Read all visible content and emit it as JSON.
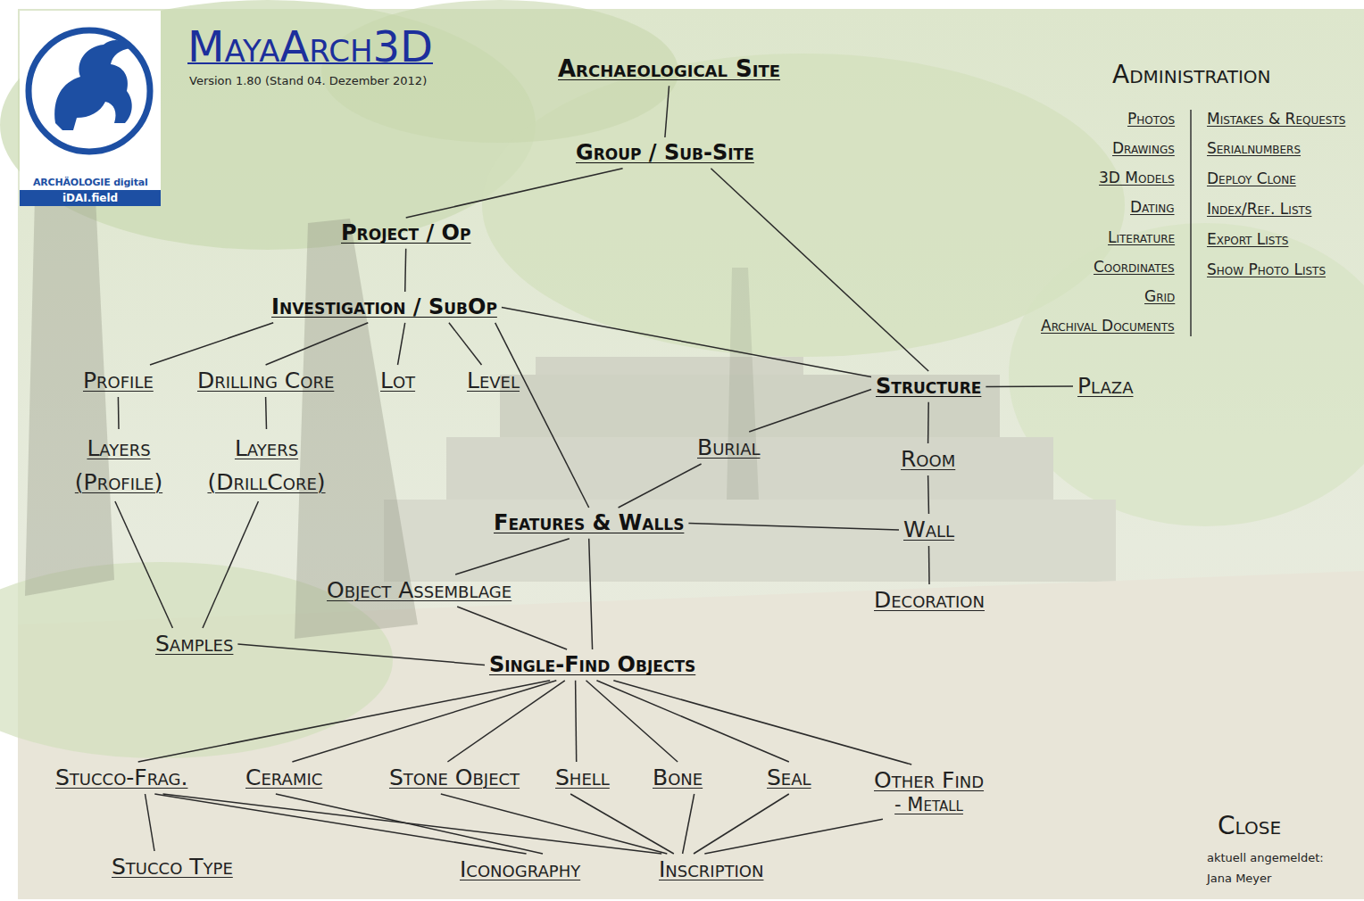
{
  "diagram": {
    "title": "MayaArch3D",
    "nodes": [
      {
        "text": [
          "Archaeological Site"
        ]
      },
      {
        "text": [
          "Group / Sub-Site"
        ]
      },
      {
        "text": [
          "Project / Op"
        ]
      },
      {
        "text": [
          "Investigation / SubOp"
        ]
      },
      {
        "text": [
          "Profile"
        ]
      },
      {
        "text": [
          "Drilling Core"
        ]
      },
      {
        "text": [
          "Lot"
        ]
      },
      {
        "text": [
          "Level"
        ]
      },
      {
        "text": [
          "Structure"
        ]
      },
      {
        "text": [
          "Plaza"
        ]
      },
      {
        "text": [
          "Layers (Profile)"
        ]
      },
      {
        "text": [
          "Layers (DrillCore)"
        ]
      },
      {
        "text": [
          "Burial"
        ]
      },
      {
        "text": [
          "Room"
        ]
      },
      {
        "text": [
          "Features & Walls"
        ]
      },
      {
        "text": [
          "Wall"
        ]
      },
      {
        "text": [
          "Object Assemblage"
        ]
      },
      {
        "text": [
          "Decoration"
        ]
      },
      {
        "text": [
          "Samples"
        ]
      },
      {
        "text": [
          "Single-Find Objects"
        ]
      },
      {
        "text": [
          "Stucco-Frag."
        ]
      },
      {
        "text": [
          "Ceramic"
        ]
      },
      {
        "text": [
          "Stone Object"
        ]
      },
      {
        "text": [
          "Shell"
        ]
      },
      {
        "text": [
          "Bone"
        ]
      },
      {
        "text": [
          "Seal"
        ]
      },
      {
        "text": [
          "Other Find",
          "- Metall"
        ]
      },
      {
        "text": [
          "Stucco Type"
        ]
      },
      {
        "text": [
          "Iconography"
        ]
      },
      {
        "text": [
          "Inscription"
        ]
      }
    ],
    "edges": [
      {
        "from": 0,
        "to": 1,
        "arrow": "none"
      },
      {
        "from": 1,
        "to": 2,
        "arrow": "none"
      },
      {
        "from": 1,
        "to": 8,
        "arrow": "none"
      },
      {
        "from": 2,
        "to": 3,
        "arrow": "none"
      },
      {
        "from": 3,
        "to": 4,
        "arrow": "none"
      },
      {
        "from": 3,
        "to": 5,
        "arrow": "none"
      },
      {
        "from": 3,
        "to": 6,
        "arrow": "none"
      },
      {
        "from": 3,
        "to": 7,
        "arrow": "none"
      },
      {
        "from": 3,
        "to": 8,
        "arrow": "none"
      },
      {
        "from": 3,
        "to": 14,
        "arrow": "none"
      },
      {
        "from": 4,
        "to": 10,
        "arrow": "none"
      },
      {
        "from": 5,
        "to": 11,
        "arrow": "none"
      },
      {
        "from": 8,
        "to": 9,
        "arrow": "none"
      },
      {
        "from": 8,
        "to": 12,
        "arrow": "none"
      },
      {
        "from": 8,
        "to": 13,
        "arrow": "none"
      },
      {
        "from": 12,
        "to": 14,
        "arrow": "none"
      },
      {
        "from": 13,
        "to": 15,
        "arrow": "none"
      },
      {
        "from": 14,
        "to": 15,
        "arrow": "none"
      },
      {
        "from": 15,
        "to": 17,
        "arrow": "none"
      },
      {
        "from": 14,
        "to": 16,
        "arrow": "none"
      },
      {
        "from": 16,
        "to": 19,
        "arrow": "none"
      },
      {
        "from": 14,
        "to": 19,
        "arrow": "none"
      },
      {
        "from": 10,
        "to": 18,
        "arrow": "none"
      },
      {
        "from": 11,
        "to": 18,
        "arrow": "none"
      },
      {
        "from": 18,
        "to": 19,
        "arrow": "none"
      },
      {
        "from": 19,
        "to": 20,
        "arrow": "none"
      },
      {
        "from": 19,
        "to": 21,
        "arrow": "none"
      },
      {
        "from": 19,
        "to": 22,
        "arrow": "none"
      },
      {
        "from": 19,
        "to": 23,
        "arrow": "none"
      },
      {
        "from": 19,
        "to": 24,
        "arrow": "none"
      },
      {
        "from": 19,
        "to": 25,
        "arrow": "none"
      },
      {
        "from": 19,
        "to": 26,
        "arrow": "none"
      },
      {
        "from": 20,
        "to": 27,
        "arrow": "none"
      },
      {
        "from": 20,
        "to": 28,
        "arrow": "none"
      },
      {
        "from": 20,
        "to": 29,
        "arrow": "none"
      },
      {
        "from": 21,
        "to": 28,
        "arrow": "none"
      },
      {
        "from": 22,
        "to": 29,
        "arrow": "none"
      },
      {
        "from": 23,
        "to": 29,
        "arrow": "none"
      },
      {
        "from": 24,
        "to": 29,
        "arrow": "none"
      },
      {
        "from": 25,
        "to": 29,
        "arrow": "none"
      },
      {
        "from": 26,
        "to": 29,
        "arrow": "none"
      }
    ],
    "labels": [
      "Version 1.80 (Stand 04. Dezember 2012)",
      "ARCHÄOLOGIE digital",
      "iDAI.field",
      "Administration",
      "Photos",
      "Drawings",
      "3D Models",
      "Dating",
      "Literature",
      "Coordinates",
      "Grid",
      "Archival Documents",
      "Mistakes & Requests",
      "Serialnumbers",
      "Deploy Clone",
      "Index/Ref. Lists",
      "Export Lists",
      "Show Photo Lists",
      "Close",
      "aktuell angemeldet:",
      "Jana Meyer"
    ]
  }
}
